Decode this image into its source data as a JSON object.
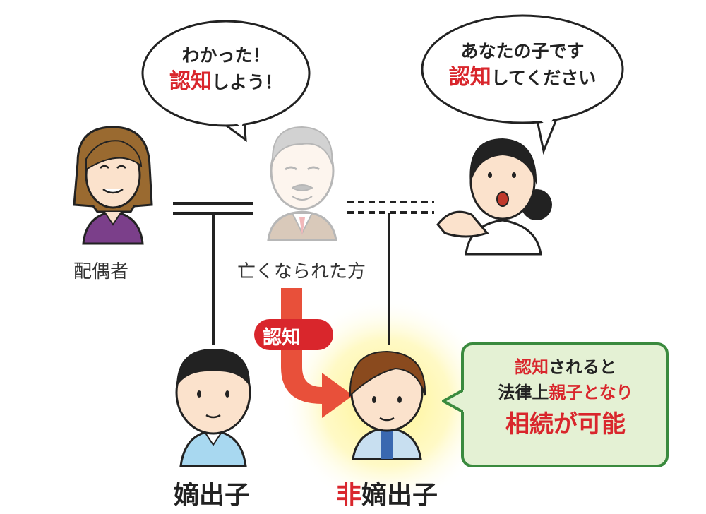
{
  "people": {
    "spouse": "配偶者",
    "deceased": "亡くなられた方",
    "legit_child": "嫡出子",
    "illegit_prefix": "非",
    "illegit_rest": "嫡出子"
  },
  "bubbles": {
    "deceased_line1": "わかった！",
    "deceased_line2_red": "認知",
    "deceased_line2_rest": "しよう！",
    "mother_line1": "あなたの子です",
    "mother_line2_red": "認知",
    "mother_line2_rest": "してください"
  },
  "arrow_label": "認知",
  "info_box": {
    "line1_red": "認知",
    "line1_rest": "されると",
    "line2_black": "法律上",
    "line2_red": "親子となり",
    "line3": "相続が可能"
  },
  "colors": {
    "accent_red": "#d9262c",
    "box_border": "#3a8a3e",
    "box_fill": "#e4f1d4",
    "highlight": "#fff38a"
  }
}
